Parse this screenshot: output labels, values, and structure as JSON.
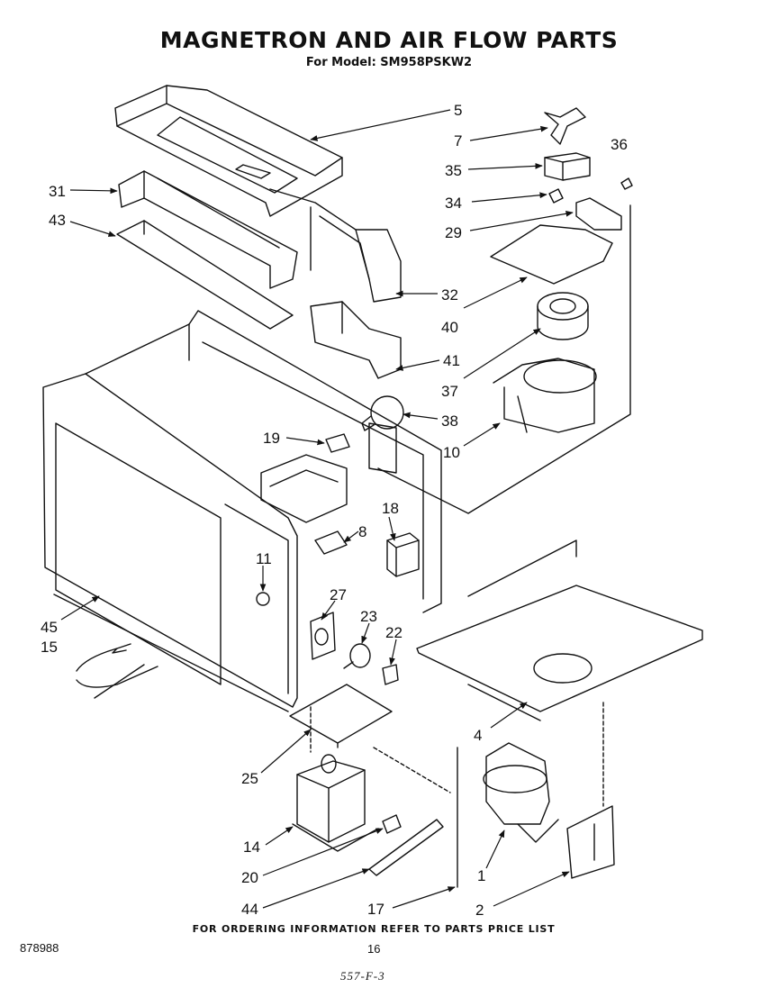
{
  "title": "MAGNETRON AND AIR FLOW PARTS",
  "subtitle": "For Model: SM958PSKW2",
  "callouts": [
    "5",
    "7",
    "36",
    "35",
    "34",
    "29",
    "31",
    "43",
    "32",
    "40",
    "41",
    "37",
    "38",
    "19",
    "10",
    "18",
    "8",
    "11",
    "27",
    "23",
    "22",
    "45",
    "15",
    "4",
    "25",
    "14",
    "1",
    "20",
    "44",
    "17",
    "2"
  ],
  "footer": {
    "ordering_note": "FOR ORDERING INFORMATION REFER TO PARTS PRICE LIST",
    "doc_number": "878988",
    "page_number": "16",
    "handwritten_note": "557-F-3"
  }
}
